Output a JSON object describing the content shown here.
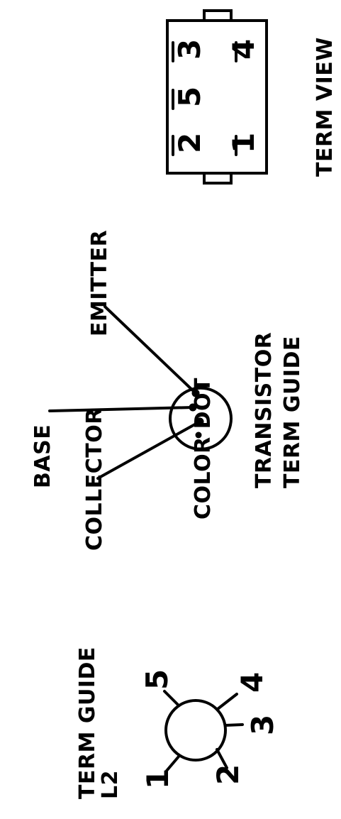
{
  "term_guide_l2": {
    "title_line1": "TERM GUIDE",
    "title_line2": "L2",
    "pins": [
      "1",
      "2",
      "3",
      "4",
      "5"
    ]
  },
  "transistor": {
    "labels": {
      "collector": "COLLECTOR",
      "base": "BASE",
      "emitter": "EMITTER",
      "color_dot": "COLOR DOT"
    },
    "title_line1": "TRANSISTOR",
    "title_line2": "TERM GUIDE"
  },
  "term_view": {
    "title": "TERM VIEW",
    "pins": [
      "1",
      "2",
      "3",
      "4",
      "5"
    ]
  }
}
